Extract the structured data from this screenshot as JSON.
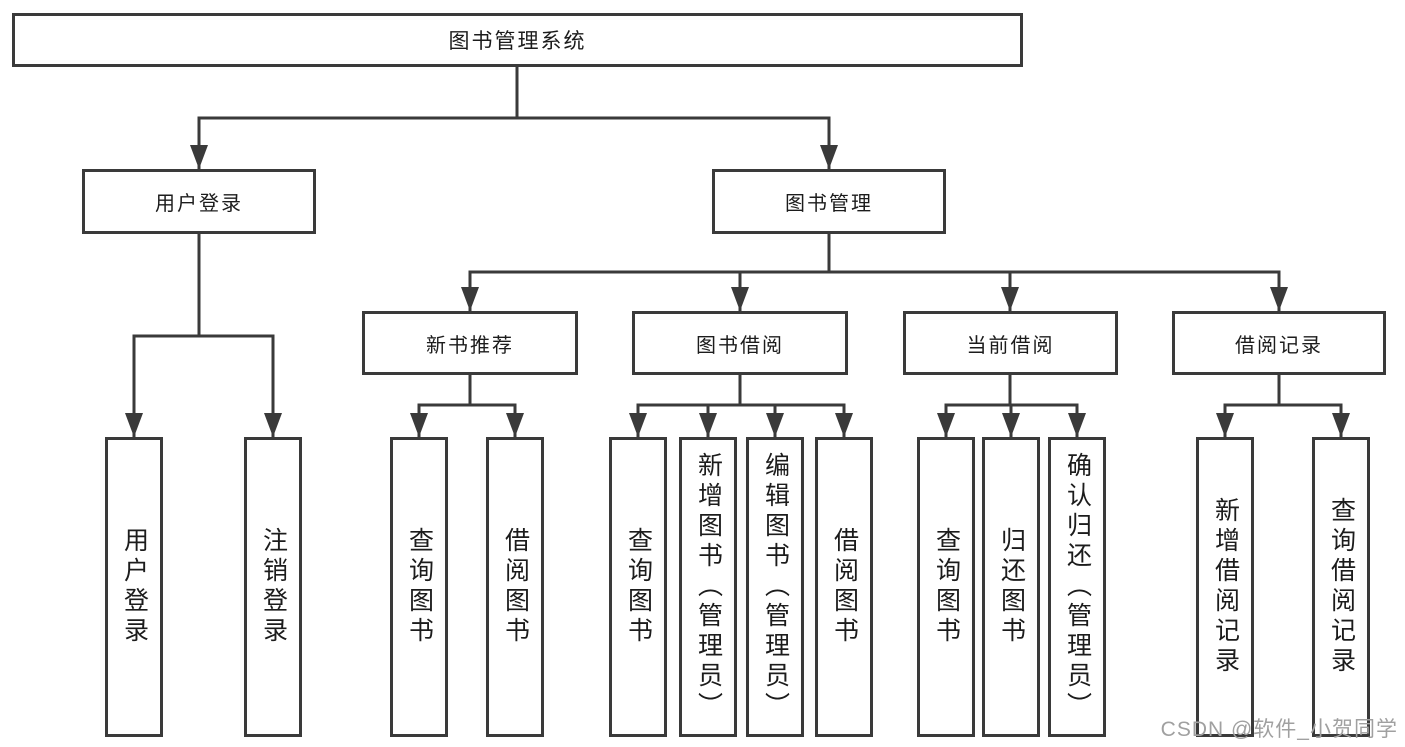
{
  "diagram": {
    "tree": {
      "label": "图书管理系统",
      "children": [
        {
          "label": "用户登录",
          "children": [
            {
              "label": "用户登录"
            },
            {
              "label": "注销登录"
            }
          ]
        },
        {
          "label": "图书管理",
          "children": [
            {
              "label": "新书推荐",
              "children": [
                {
                  "label": "查询图书"
                },
                {
                  "label": "借阅图书"
                }
              ]
            },
            {
              "label": "图书借阅",
              "children": [
                {
                  "label": "查询图书"
                },
                {
                  "label": "新增图书（管理员）"
                },
                {
                  "label": "编辑图书（管理员）"
                },
                {
                  "label": "借阅图书"
                }
              ]
            },
            {
              "label": "当前借阅",
              "children": [
                {
                  "label": "查询图书"
                },
                {
                  "label": "归还图书"
                },
                {
                  "label": "确认归还（管理员）"
                }
              ]
            },
            {
              "label": "借阅记录",
              "children": [
                {
                  "label": "新增借阅记录"
                },
                {
                  "label": "查询借阅记录"
                }
              ]
            }
          ]
        }
      ]
    },
    "colors": {
      "line": "#3a3a3a",
      "box_border": "#3a3a3a",
      "text": "#1c1c1c",
      "background": "#ffffff",
      "watermark": "#a0a0a0"
    },
    "watermark": {
      "text": "CSDN @软件_小贺同学"
    }
  }
}
